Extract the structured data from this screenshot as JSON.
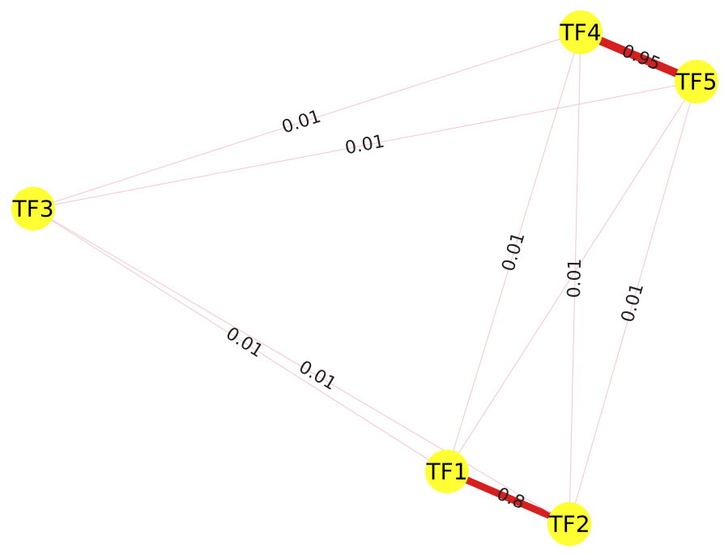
{
  "graph": {
    "node_color": "#ffff33",
    "nodes": [
      {
        "id": "TF1",
        "label": "TF1"
      },
      {
        "id": "TF2",
        "label": "TF2"
      },
      {
        "id": "TF3",
        "label": "TF3"
      },
      {
        "id": "TF4",
        "label": "TF4"
      },
      {
        "id": "TF5",
        "label": "TF5"
      }
    ],
    "edges": [
      {
        "source": "TF4",
        "target": "TF5",
        "weight": 0.95,
        "label": "0.95",
        "color": "#d62020"
      },
      {
        "source": "TF1",
        "target": "TF2",
        "weight": 0.8,
        "label": "0.8",
        "color": "#d62020"
      },
      {
        "source": "TF3",
        "target": "TF4",
        "weight": 0.01,
        "label": "0.01",
        "color": "#f7c6cc"
      },
      {
        "source": "TF3",
        "target": "TF5",
        "weight": 0.01,
        "label": "0.01",
        "color": "#f7c6cc"
      },
      {
        "source": "TF3",
        "target": "TF1",
        "weight": 0.01,
        "label": "0.01",
        "color": "#f7c6cc"
      },
      {
        "source": "TF3",
        "target": "TF2",
        "weight": 0.01,
        "label": "0.01",
        "color": "#f7c6cc"
      },
      {
        "source": "TF4",
        "target": "TF1",
        "weight": 0.01,
        "label": "0.01",
        "color": "#f7c6cc"
      },
      {
        "source": "TF4",
        "target": "TF2",
        "weight": 0.01,
        "label": "0.01",
        "color": "#f7c6cc"
      },
      {
        "source": "TF5",
        "target": "TF1",
        "weight": 0.01,
        "label": "",
        "color": "#f7c6cc"
      },
      {
        "source": "TF5",
        "target": "TF2",
        "weight": 0.01,
        "label": "0.01",
        "color": "#f7c6cc"
      }
    ]
  }
}
